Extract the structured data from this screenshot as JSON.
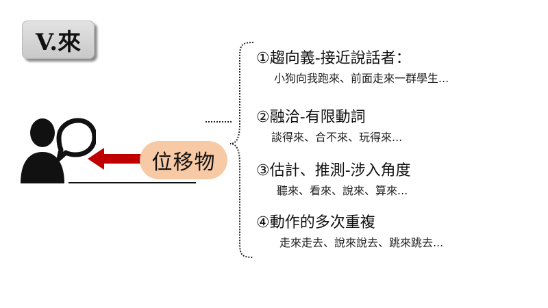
{
  "slide": {
    "title": "V.來",
    "pill_label": "位移物",
    "items": [
      {
        "heading": "①趨向義-接近說話者：",
        "example": "小狗向我跑來、前面走來一群學生..."
      },
      {
        "heading": "②融洽-有限動詞",
        "example": "談得來、合不來、玩得來..."
      },
      {
        "heading": "③估計、推測-涉入角度",
        "example": "聽來、看來、說來、算來..."
      },
      {
        "heading": "④動作的多次重複",
        "example": "走來走去、說來說去、跳來跳去..."
      }
    ]
  },
  "icons": {
    "person": "person-speech-bubble-icon",
    "arrow": "left-arrow-icon"
  },
  "colors": {
    "pill": "#f7c9a4",
    "arrow": "#c00000",
    "title_box": "#d6d6d6"
  }
}
